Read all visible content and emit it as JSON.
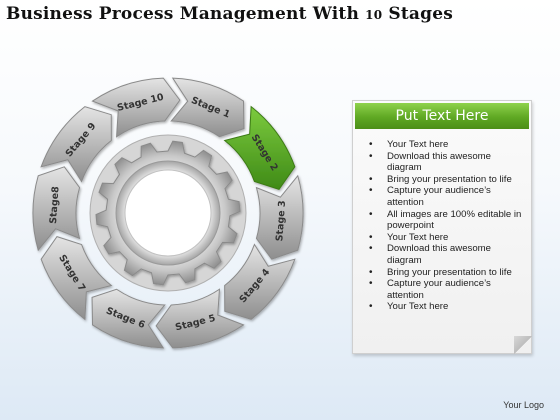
{
  "title": {
    "main": "Business Process Management With ",
    "number": "10",
    "suffix": " Stages"
  },
  "stages": [
    {
      "label": "Stage 1",
      "active": false
    },
    {
      "label": "Stage 2",
      "active": true
    },
    {
      "label": "Stage 3",
      "active": false
    },
    {
      "label": "Stage 4",
      "active": false
    },
    {
      "label": "Stage 5",
      "active": false
    },
    {
      "label": "Stage 6",
      "active": false
    },
    {
      "label": "Stage 7",
      "active": false
    },
    {
      "label": "Stage8",
      "active": false
    },
    {
      "label": "Stage 9",
      "active": false
    },
    {
      "label": "Stage 10",
      "active": false
    }
  ],
  "panel": {
    "heading": "Put Text Here",
    "bullets": [
      "Your Text here",
      "Download this awesome diagram",
      "Bring your presentation to life",
      "Capture your audience’s attention",
      "All images are 100% editable in powerpoint",
      "Your Text here",
      "Download this awesome diagram",
      "Bring your presentation to life",
      "Capture your audience’s attention",
      "Your Text here"
    ]
  },
  "logo": "Your Logo",
  "colors": {
    "active": "#5aa02c",
    "segment": "#a9a9a9",
    "segment_light": "#d8d8d8",
    "heading_bg": "#6bb22f"
  }
}
